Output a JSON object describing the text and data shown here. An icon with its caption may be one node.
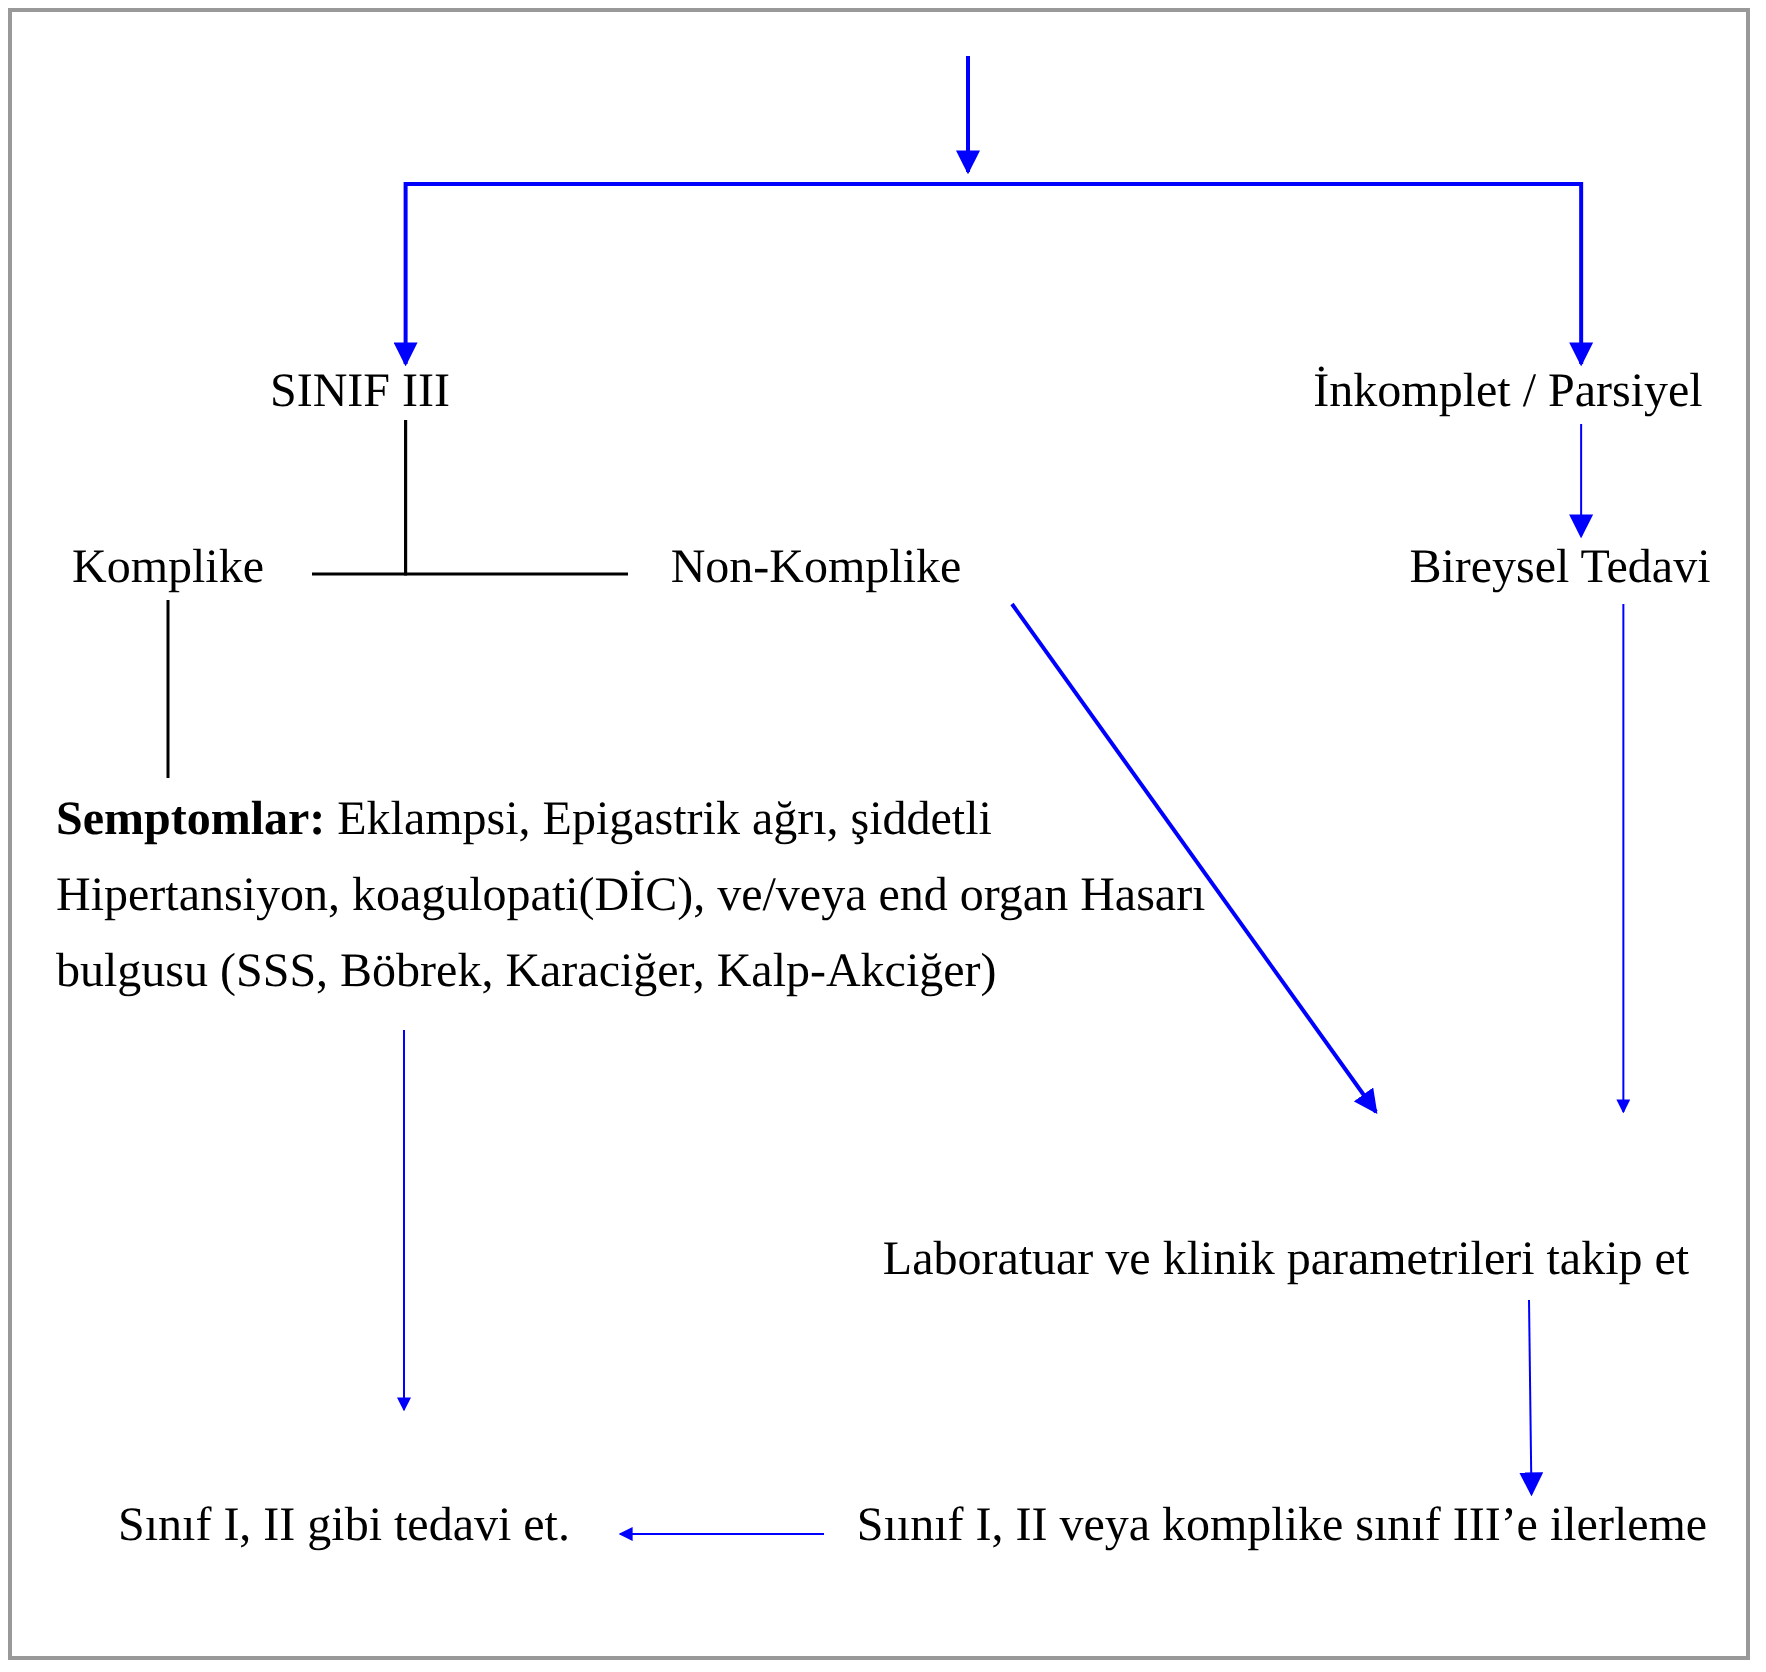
{
  "diagram": {
    "nodes": [
      {
        "text": [
          "SINIF III"
        ]
      },
      {
        "text": [
          "İnkomplet / Parsiyel"
        ]
      },
      {
        "text": [
          "Komplike"
        ]
      },
      {
        "text": [
          "Non-Komplike"
        ]
      },
      {
        "text": [
          "Bireysel Tedavi"
        ]
      },
      {
        "text": [
          "**Semptomlar:** Eklampsi, Epigastrik ağrı, şiddetli Hipertansiyon, koagulopati(DİC), ve/veya end organ Hasarı bulgusu (SSS, Böbrek, Karaciğer, Kalp-Akciğer)"
        ]
      },
      {
        "text": [
          "Laboratuar ve klinik parametrileri takip et"
        ]
      },
      {
        "text": [
          "Sınıf I, II gibi tedavi et."
        ]
      },
      {
        "text": [
          "Sıınıf I, II veya komplike sınıf III’e ilerleme"
        ]
      }
    ],
    "edges": [
      {
        "from": null,
        "to": 0,
        "arrow": "to"
      },
      {
        "from": null,
        "to": 1,
        "arrow": "to"
      },
      {
        "from": 0,
        "to": 2,
        "arrow": "none",
        "color": "#000000"
      },
      {
        "from": 0,
        "to": 3,
        "arrow": "none",
        "color": "#000000"
      },
      {
        "from": 2,
        "to": 5,
        "arrow": "none",
        "color": "#000000"
      },
      {
        "from": 1,
        "to": 4,
        "arrow": "to"
      },
      {
        "from": 3,
        "to": 6,
        "arrow": "to"
      },
      {
        "from": 4,
        "to": 6,
        "arrow": "to"
      },
      {
        "from": 5,
        "to": 7,
        "arrow": "to"
      },
      {
        "from": 6,
        "to": 8,
        "arrow": "to"
      },
      {
        "from": 8,
        "to": 7,
        "arrow": "to"
      }
    ]
  }
}
